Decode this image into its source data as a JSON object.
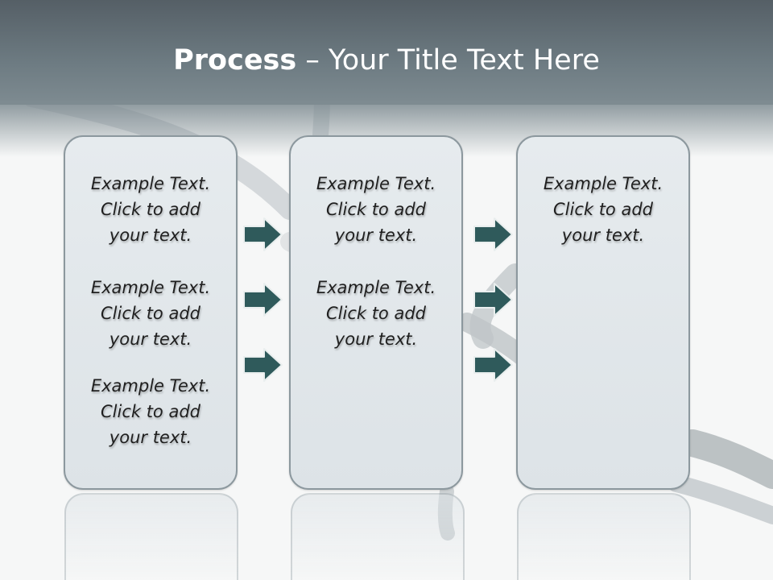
{
  "title": {
    "strong": "Process",
    "rest": " – Your Title Text Here"
  },
  "columns": [
    {
      "items": [
        {
          "l1": "Example Text.",
          "l2": "Click  to add",
          "l3": "your text."
        },
        {
          "l1": "Example Text.",
          "l2": "Click  to add",
          "l3": "your text."
        },
        {
          "l1": "Example Text.",
          "l2": "Click  to add",
          "l3": "your text."
        }
      ]
    },
    {
      "items": [
        {
          "l1": "Example Text.",
          "l2": "Click  to add",
          "l3": "your text."
        },
        {
          "l1": "Example Text.",
          "l2": "Click  to add",
          "l3": "your text."
        }
      ]
    },
    {
      "items": [
        {
          "l1": "Example Text.",
          "l2": "Click  to add",
          "l3": "your text."
        }
      ]
    }
  ],
  "colors": {
    "header": "#66737a",
    "arrow_fill": "#2f5a5b",
    "arrow_stroke": "#e9eeee",
    "panel_border": "#8c989e"
  },
  "icons": {
    "arrow": "right-arrow-icon"
  }
}
